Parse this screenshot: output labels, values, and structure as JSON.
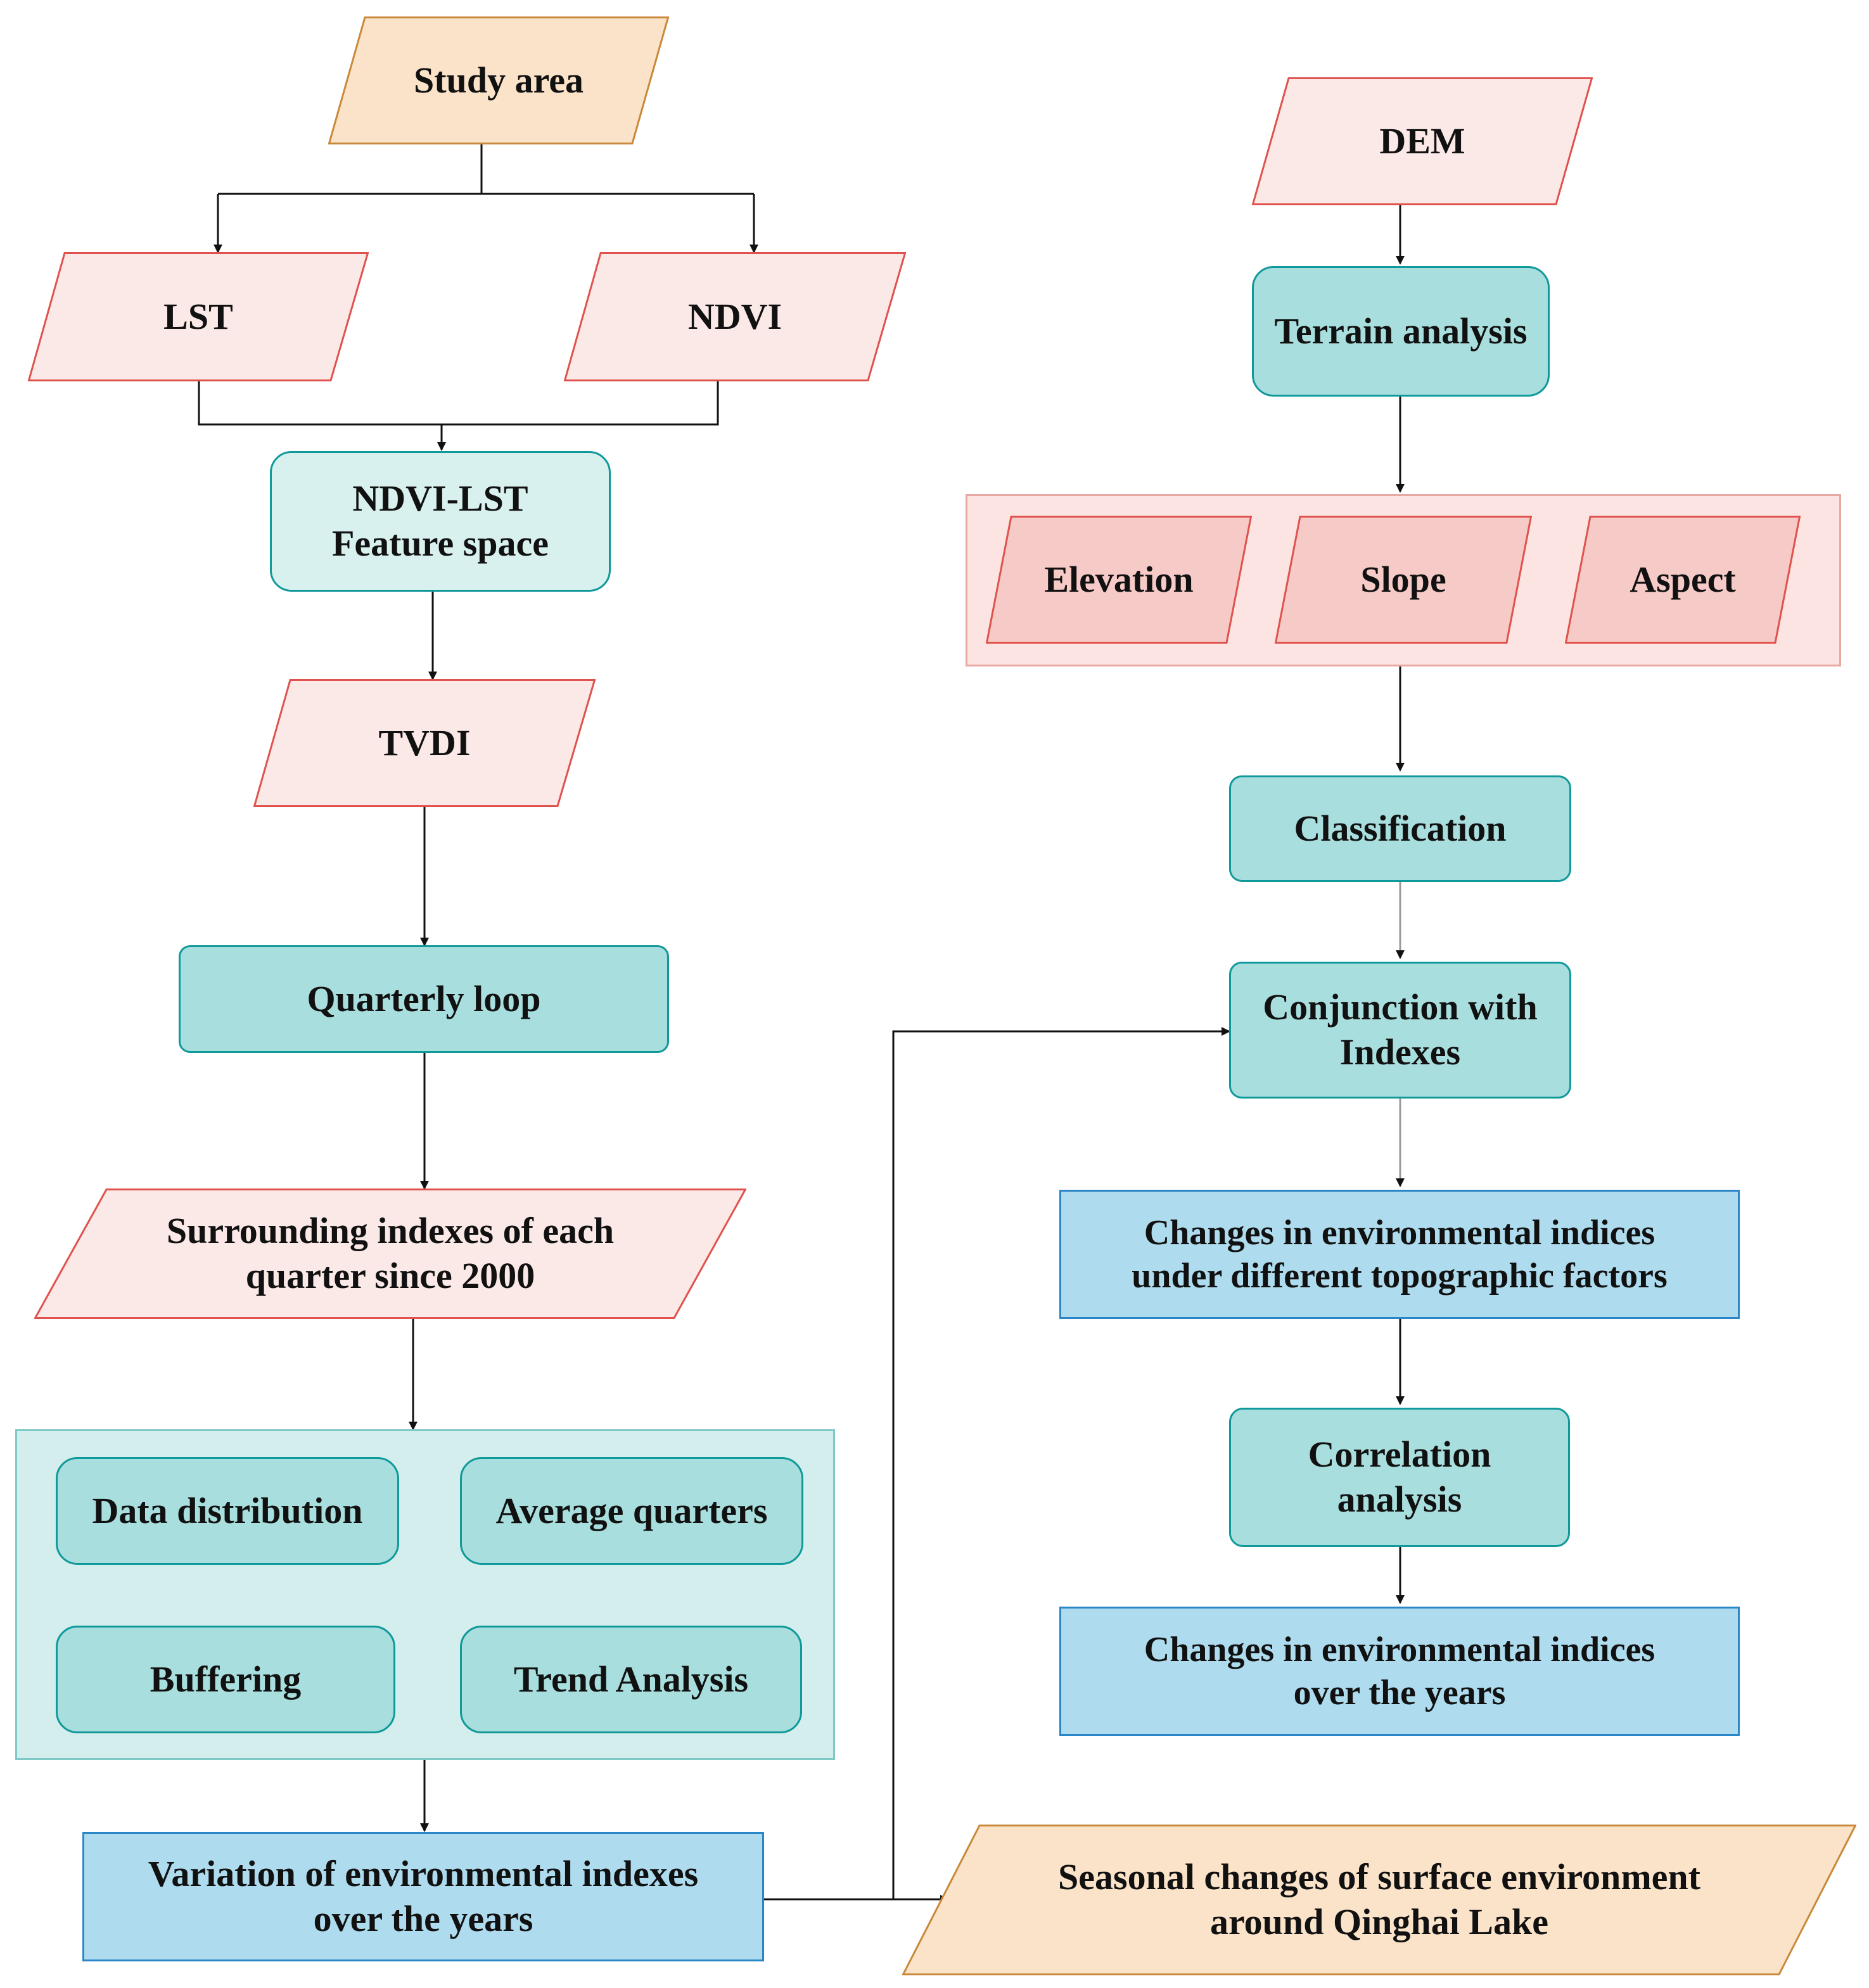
{
  "nodes": {
    "study_area": "Study area",
    "lst": "LST",
    "ndvi": "NDVI",
    "feature_space": "NDVI-LST\nFeature space",
    "tvdi": "TVDI",
    "quarterly_loop": "Quarterly loop",
    "surrounding": "Surrounding indexes of each\nquarter since 2000",
    "data_distribution": "Data distribution",
    "average_quarters": "Average quarters",
    "buffering": "Buffering",
    "trend_analysis": "Trend Analysis",
    "variation": "Variation of environmental indexes\nover the years",
    "seasonal": "Seasonal changes of surface environment\naround Qinghai Lake",
    "dem": "DEM",
    "terrain_analysis": "Terrain analysis",
    "elevation": "Elevation",
    "slope": "Slope",
    "aspect": "Aspect",
    "classification": "Classification",
    "conjunction": "Conjunction with\nIndexes",
    "changes_topo": "Changes in environmental indices\nunder different topographic factors",
    "correlation": "Correlation\nanalysis",
    "changes_years": "Changes in environmental indices\nover the years"
  },
  "colors": {
    "input_fill": "#fbe9e7",
    "input_stroke": "#e0524d",
    "terminal_fill": "#fbe3c9",
    "terminal_stroke": "#c9893a",
    "process_fill": "#a8dedd",
    "process_stroke": "#10999a",
    "result_fill": "#aedcee",
    "result_stroke": "#2a86c6"
  }
}
